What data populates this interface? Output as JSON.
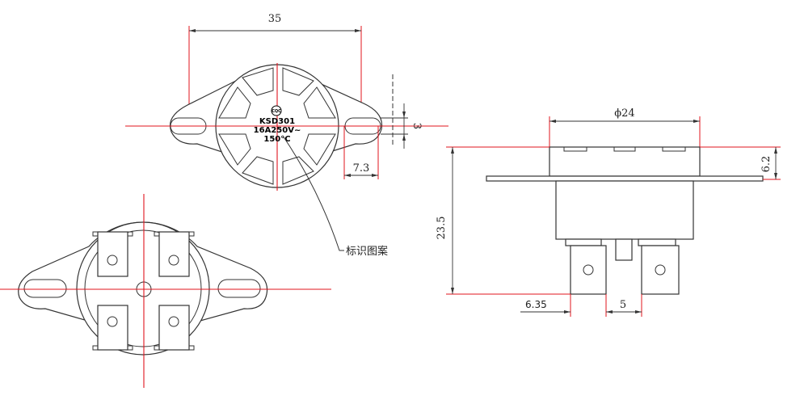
{
  "top_view": {
    "width_dim": "35",
    "hole_dim": "3",
    "offset_dim": "7.3",
    "marking": {
      "logo": "CQC",
      "model": "KSD301",
      "rating": "16A250V~",
      "temp": "150°C"
    },
    "callout": "标识图案"
  },
  "side_view": {
    "diameter_dim": "ϕ24",
    "height_dim": "23.5",
    "flange_dim": "6.2",
    "terminal_width_dim": "6.35",
    "terminal_gap_dim": "5"
  }
}
